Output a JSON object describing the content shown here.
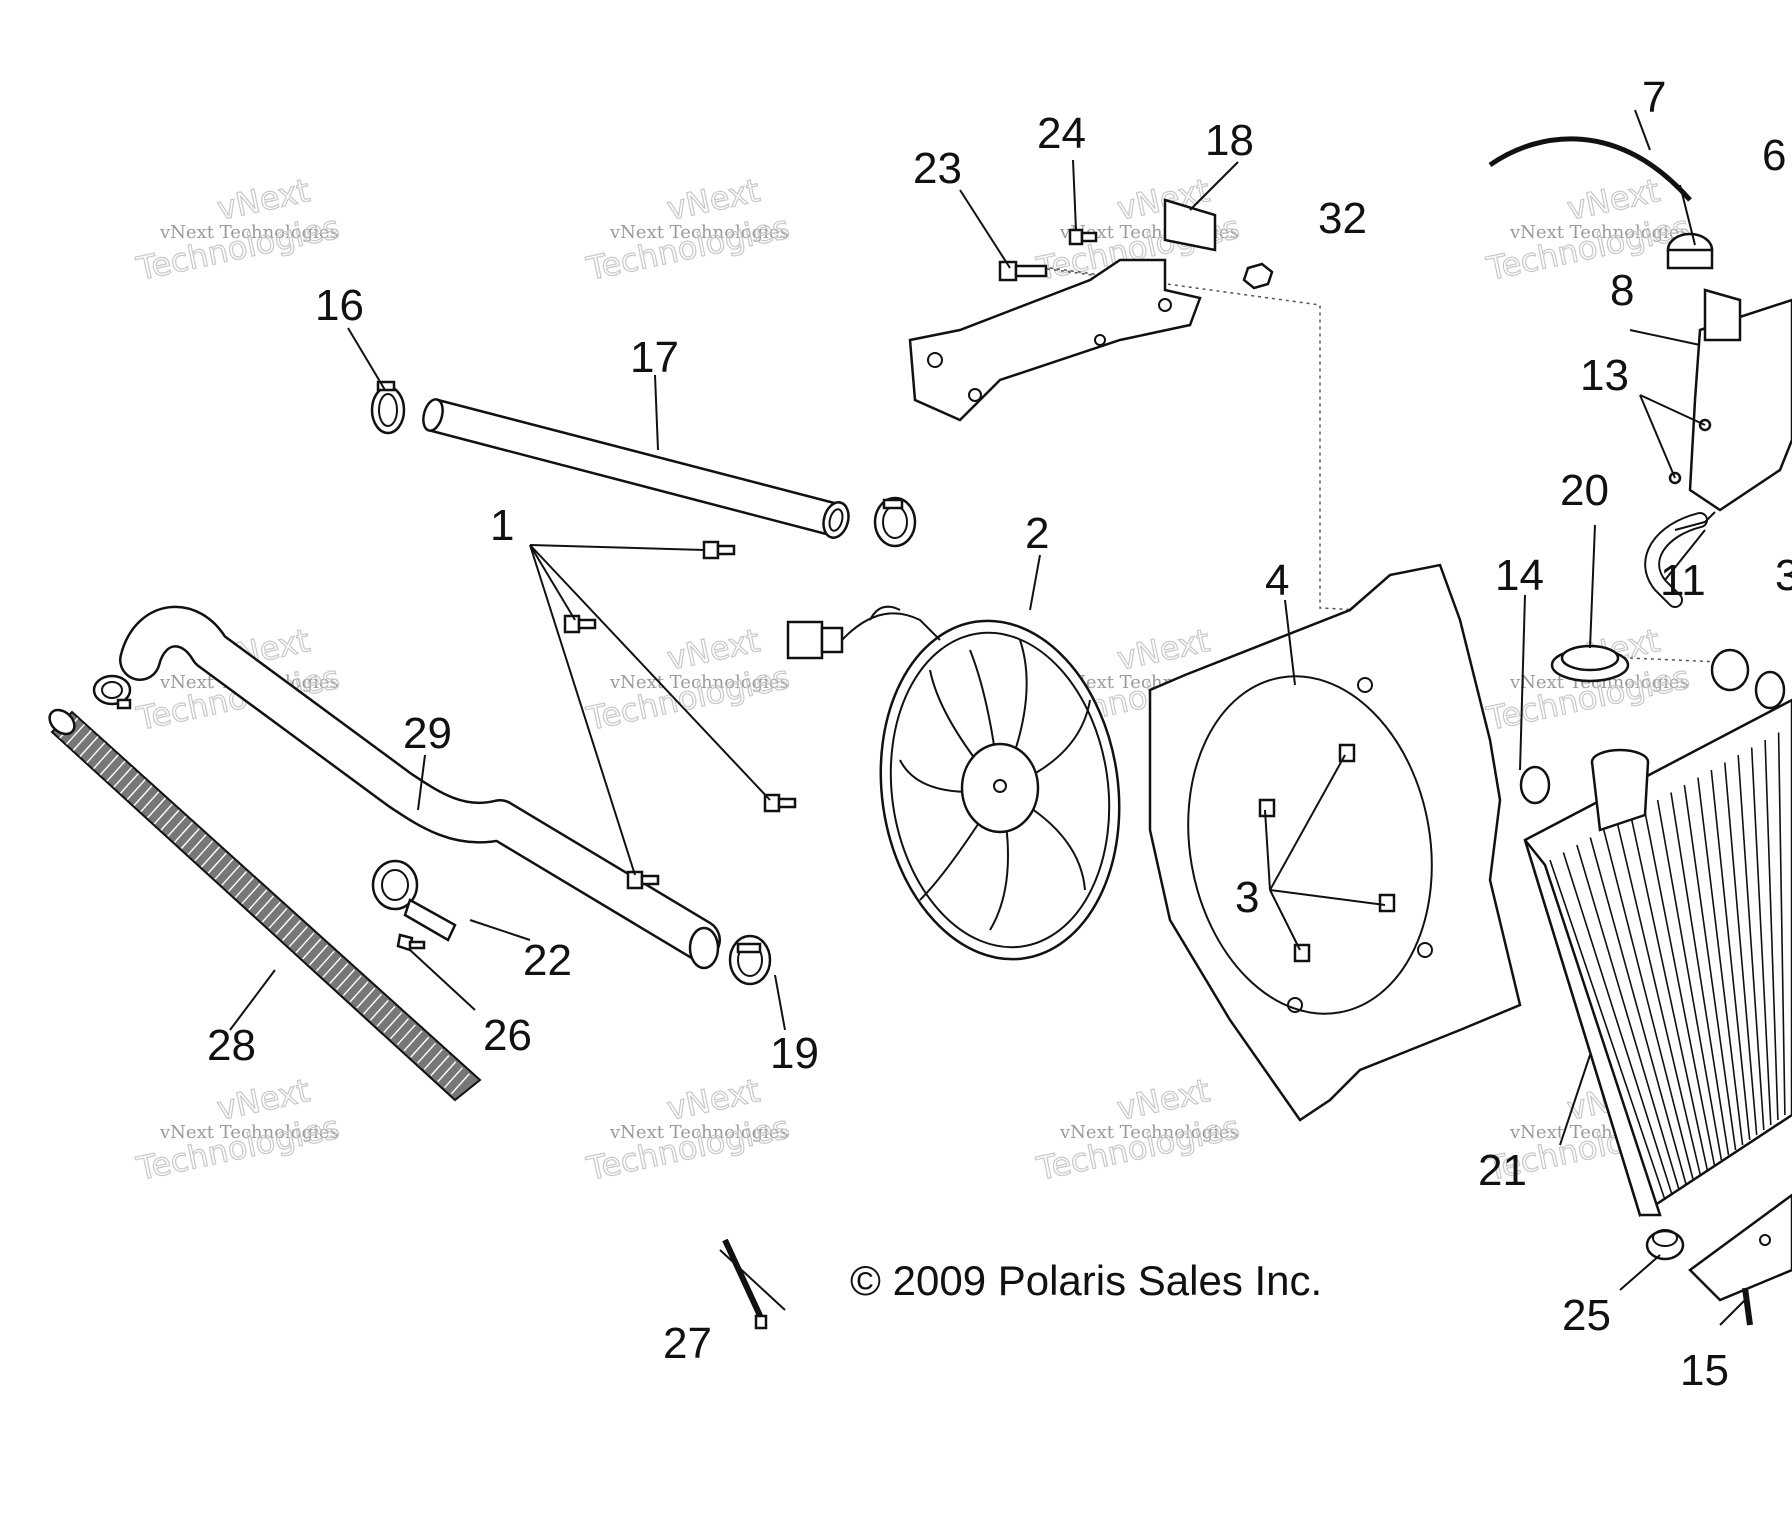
{
  "diagram": {
    "copyright": "© 2009 Polaris Sales Inc.",
    "watermark_small": "vNext Technologies",
    "watermark_big": "Technologies",
    "watermark_big_top": "vNext",
    "callouts": [
      "1",
      "2",
      "3",
      "4",
      "6",
      "7",
      "8",
      "11",
      "13",
      "14",
      "15",
      "16",
      "17",
      "18",
      "19",
      "20",
      "21",
      "22",
      "23",
      "24",
      "25",
      "26",
      "27",
      "28",
      "29",
      "32",
      "3"
    ]
  }
}
